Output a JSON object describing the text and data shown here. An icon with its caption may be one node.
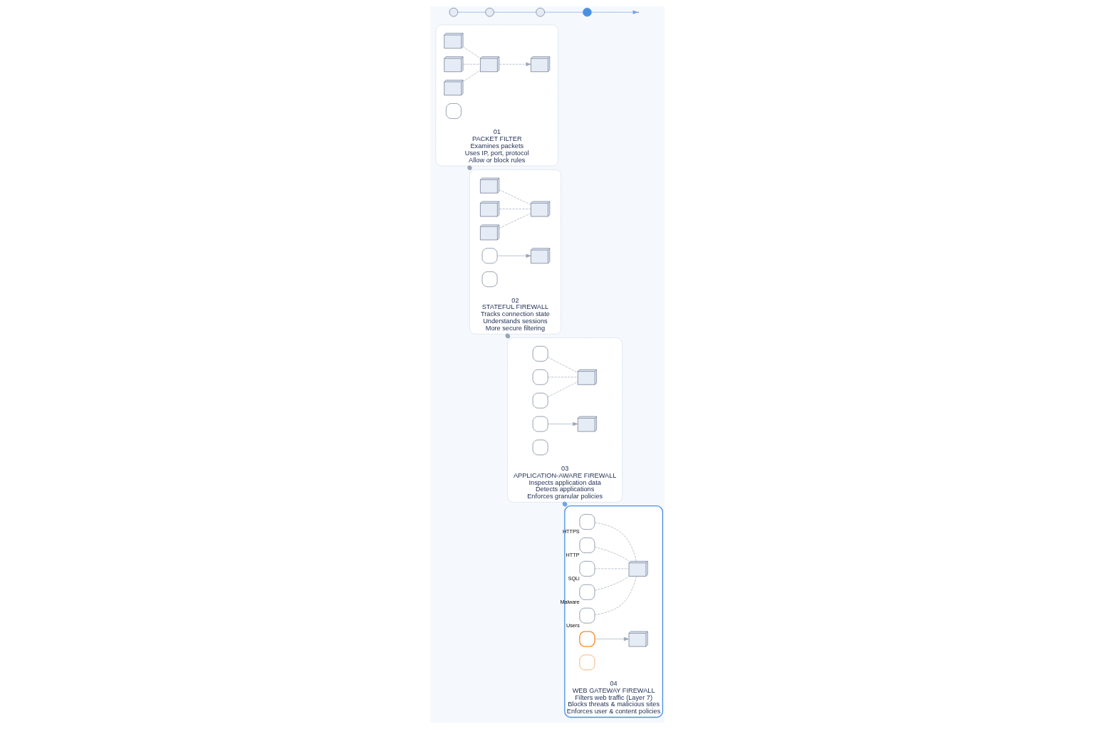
{
  "diagram": {
    "nodes": [
      {
        "text": [
          "01",
          "PACKET FILTER",
          "Examines packets",
          "Uses IP, port, protocol",
          "Allow or block rules"
        ]
      },
      {
        "text": [],
        "shape": "picture",
        "in": 0
      },
      {
        "text": [],
        "shape": "picture",
        "in": 0
      },
      {
        "text": [],
        "shape": "picture",
        "in": 0
      },
      {
        "text": [],
        "shape": "picture",
        "in": 0
      },
      {
        "text": [],
        "shape": "picture",
        "in": 0
      },
      {
        "text": [],
        "shape": "box",
        "in": 0
      },
      {
        "text": [
          "02",
          "STATEFUL FIREWALL",
          "Tracks connection state",
          "Understands sessions",
          "More secure filtering"
        ]
      },
      {
        "text": [],
        "shape": "picture",
        "in": 7
      },
      {
        "text": [],
        "shape": "picture",
        "in": 7
      },
      {
        "text": [],
        "shape": "picture",
        "in": 7
      },
      {
        "text": [],
        "shape": "picture",
        "in": 7
      },
      {
        "text": [],
        "shape": "box",
        "in": 7
      },
      {
        "text": [],
        "shape": "picture",
        "in": 7
      },
      {
        "text": [],
        "shape": "box",
        "in": 7
      },
      {
        "text": [
          "03",
          "APPLICATION-AWARE FIREWALL",
          "Inspects application data",
          "Detects applications",
          "Enforces granular policies"
        ]
      },
      {
        "text": [],
        "shape": "box",
        "in": 15
      },
      {
        "text": [],
        "shape": "box",
        "in": 15
      },
      {
        "text": [],
        "shape": "box",
        "in": 15
      },
      {
        "text": [],
        "shape": "picture",
        "in": 15
      },
      {
        "text": [],
        "shape": "box",
        "in": 15
      },
      {
        "text": [],
        "shape": "picture",
        "in": 15
      },
      {
        "text": [],
        "shape": "box",
        "in": 15
      },
      {
        "text": [
          "04",
          "WEB GATEWAY FIREWALL",
          "Filters web traffic (Layer 7)",
          "Blocks threats & malicious sites",
          "Enforces user & content policies"
        ]
      },
      {
        "text": [],
        "shape": "box",
        "in": 23,
        "beside": [
          "HTTPS"
        ]
      },
      {
        "text": [],
        "shape": "box",
        "in": 23,
        "beside": [
          "HTTP"
        ]
      },
      {
        "text": [],
        "shape": "box",
        "in": 23,
        "beside": [
          "SQLi"
        ]
      },
      {
        "text": [],
        "shape": "box",
        "in": 23,
        "beside": [
          "Malware"
        ]
      },
      {
        "text": [],
        "shape": "box",
        "in": 23,
        "beside": [
          "Users"
        ]
      },
      {
        "text": [],
        "shape": "picture",
        "in": 23
      },
      {
        "text": [],
        "shape": "box",
        "in": 23
      },
      {
        "text": [],
        "shape": "picture",
        "in": 23
      },
      {
        "text": [],
        "shape": "box",
        "in": 23
      },
      {
        "text": [],
        "shape": "circle"
      },
      {
        "text": [],
        "shape": "circle"
      },
      {
        "text": [],
        "shape": "circle"
      },
      {
        "text": [],
        "shape": "circle"
      }
    ],
    "edges": [
      {
        "from": 1,
        "to": 4,
        "arrow": "none",
        "style": "dashed"
      },
      {
        "from": 2,
        "to": 4,
        "arrow": "none",
        "style": "dashed"
      },
      {
        "from": 3,
        "to": 4,
        "arrow": "none",
        "style": "dashed"
      },
      {
        "from": 4,
        "to": 5,
        "arrow": "to",
        "style": "dashed"
      },
      {
        "from": 0,
        "to": 7,
        "arrow": "other"
      },
      {
        "from": 8,
        "to": 11,
        "arrow": "none",
        "style": "dashed"
      },
      {
        "from": 9,
        "to": 11,
        "arrow": "none",
        "style": "dashed"
      },
      {
        "from": 10,
        "to": 11,
        "arrow": "none",
        "style": "dashed"
      },
      {
        "from": 12,
        "to": 13,
        "arrow": "to"
      },
      {
        "from": 7,
        "to": 15,
        "arrow": "other"
      },
      {
        "from": 16,
        "to": 19,
        "arrow": "none",
        "style": "dashed"
      },
      {
        "from": 17,
        "to": 19,
        "arrow": "none",
        "style": "dashed"
      },
      {
        "from": 18,
        "to": 19,
        "arrow": "none",
        "style": "dashed"
      },
      {
        "from": 20,
        "to": 21,
        "arrow": "to"
      },
      {
        "from": 15,
        "to": 23,
        "arrow": "other",
        "color": "#6fa3ea"
      },
      {
        "from": 24,
        "to": 29,
        "arrow": "none",
        "style": "dashed"
      },
      {
        "from": 25,
        "to": 29,
        "arrow": "none",
        "style": "dashed"
      },
      {
        "from": 26,
        "to": 29,
        "arrow": "none",
        "style": "dashed"
      },
      {
        "from": 27,
        "to": 29,
        "arrow": "none",
        "style": "dashed"
      },
      {
        "from": 28,
        "to": 29,
        "arrow": "none",
        "style": "dashed"
      },
      {
        "from": 30,
        "to": 31,
        "arrow": "to"
      },
      {
        "from": 33,
        "to": 34,
        "arrow": "none",
        "color": "#6fa3ea"
      },
      {
        "from": 34,
        "to": 35,
        "arrow": "none",
        "color": "#6fa3ea"
      },
      {
        "from": 35,
        "to": 36,
        "arrow": "none",
        "color": "#6fa3ea"
      },
      {
        "from": 36,
        "to": null,
        "arrow": "to",
        "color": "#6fa3ea"
      }
    ]
  }
}
